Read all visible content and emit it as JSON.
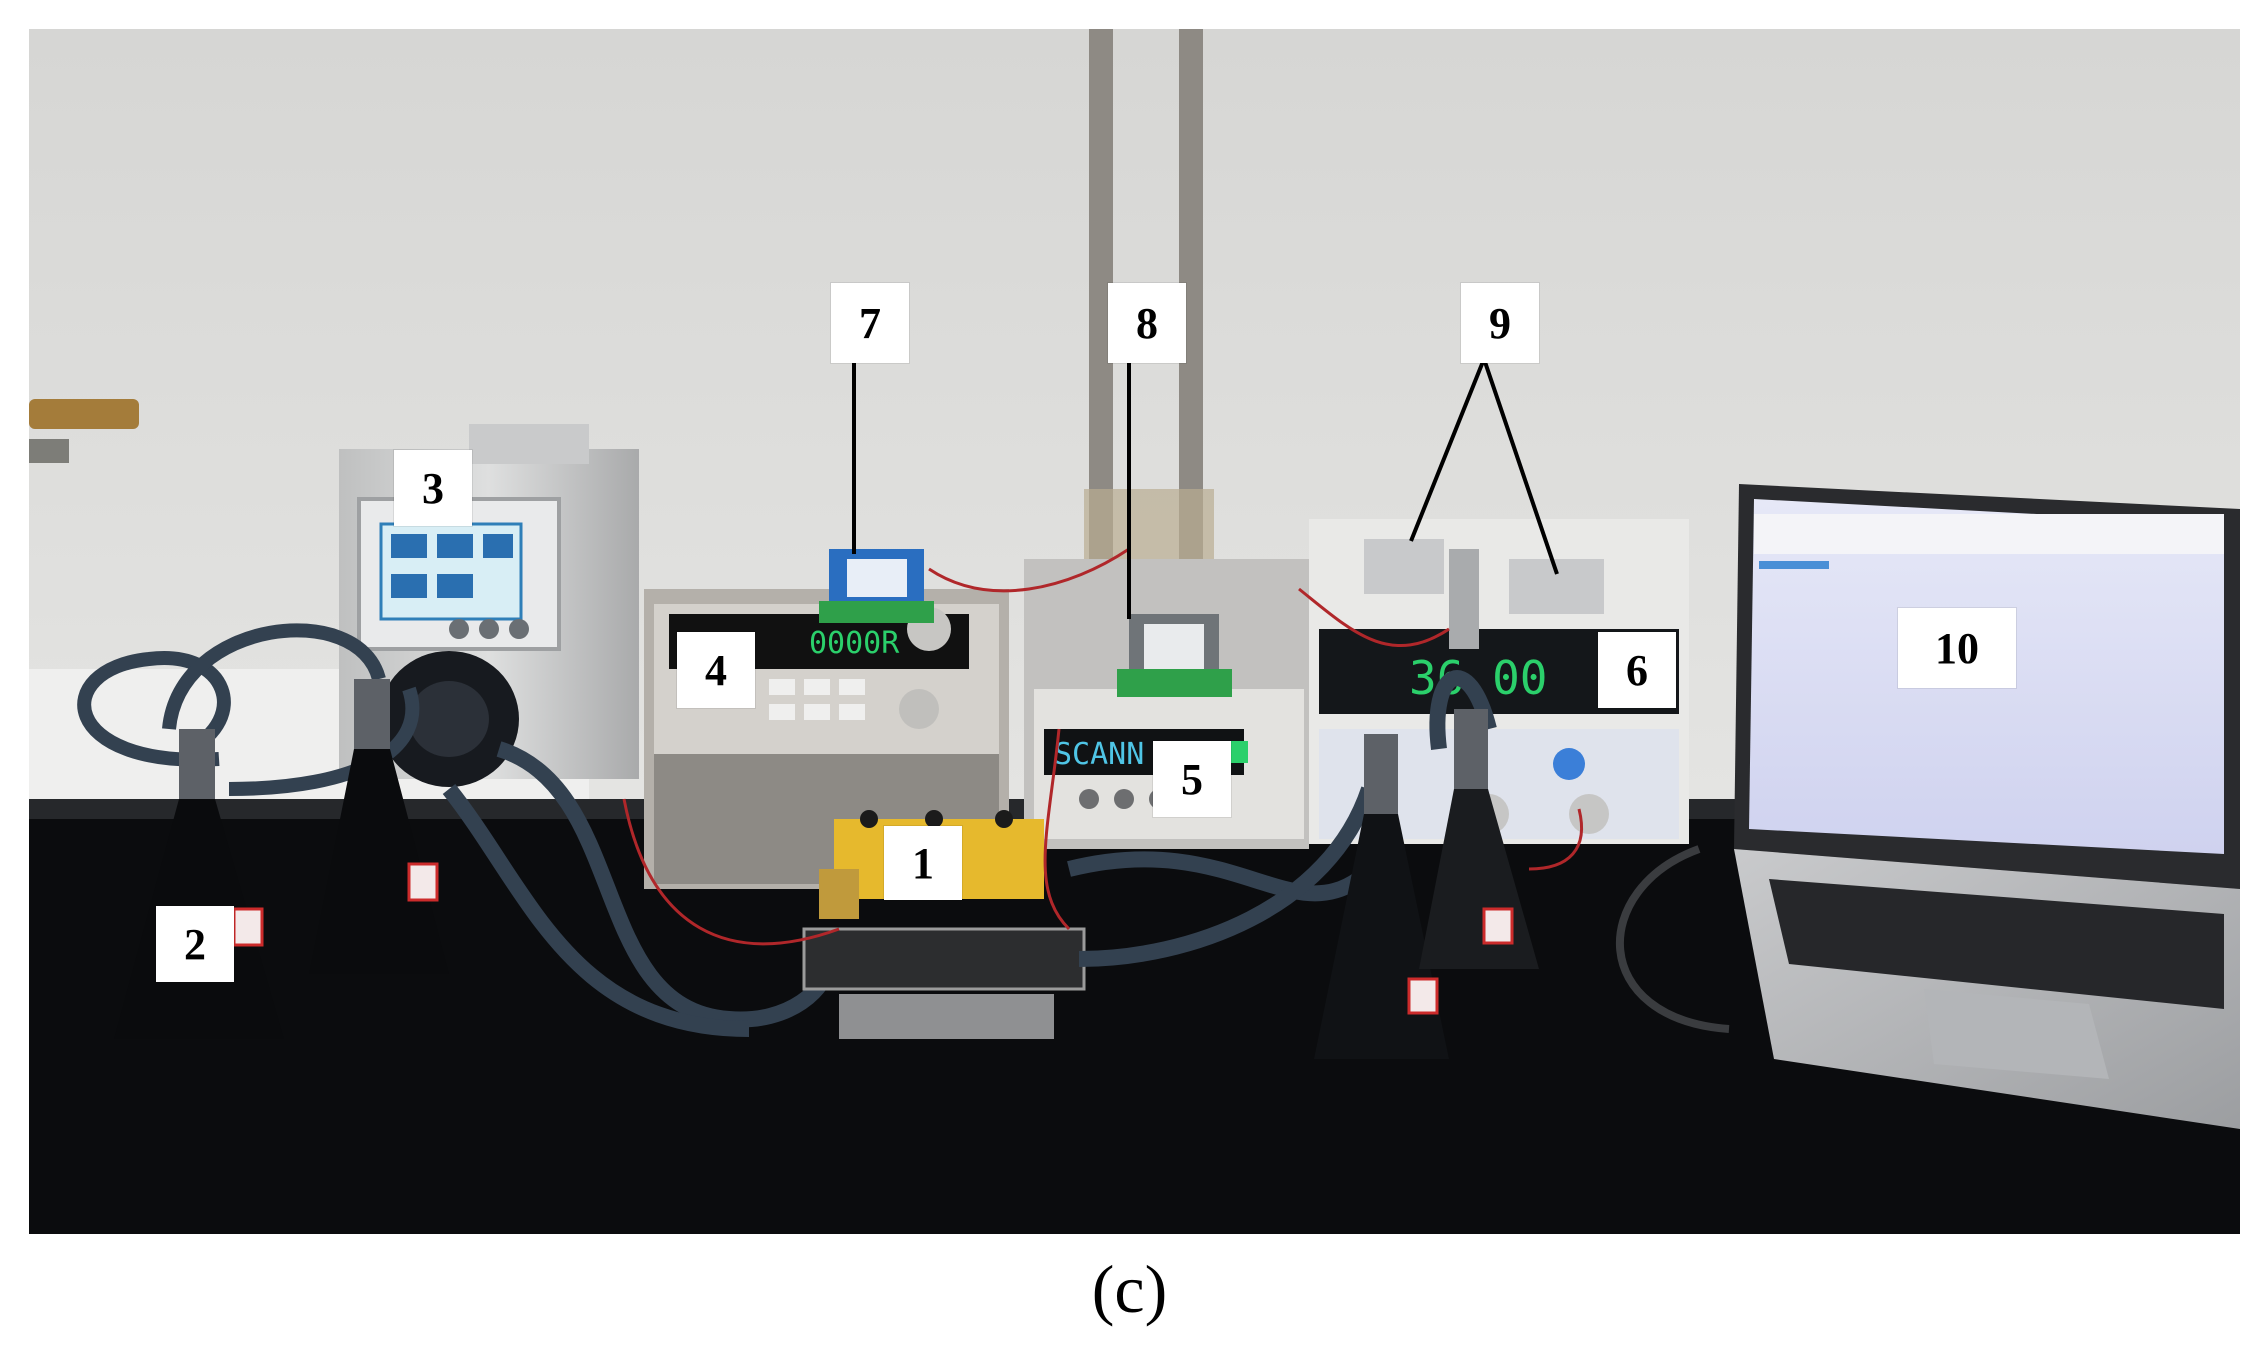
{
  "figure": {
    "caption": "(c)",
    "labels": [
      "1",
      "2",
      "3",
      "4",
      "5",
      "6",
      "7",
      "8",
      "9",
      "10"
    ],
    "instrument_readouts": {
      "load_display": "0000R",
      "multimeter_display": "SCANN",
      "supply_display": "36.00"
    },
    "colors": {
      "wall": "#dcdcda",
      "bench": "#0b0c0e",
      "display_green": "#2bd06b",
      "plate_yellow": "#e6b92d",
      "tubing": "#334150",
      "laptop_screen": "#d9dcf3"
    }
  }
}
